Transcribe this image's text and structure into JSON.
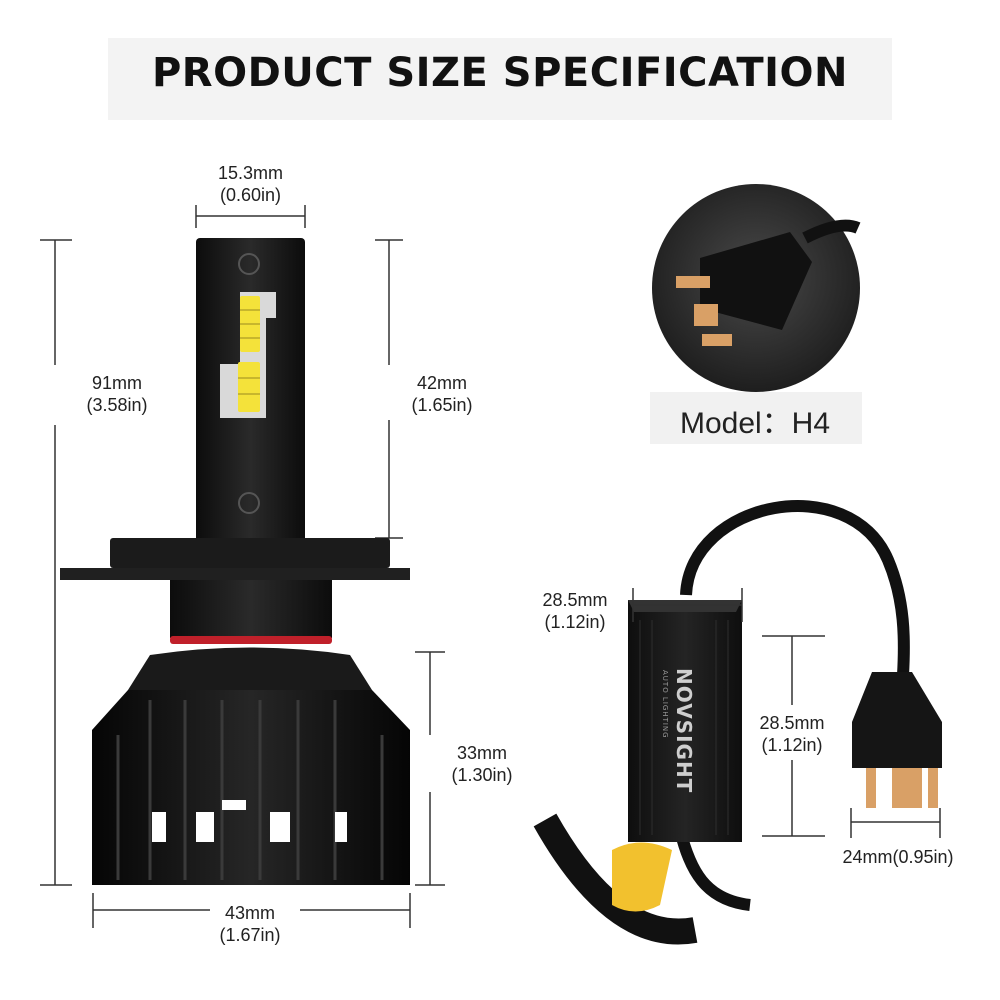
{
  "title": "PRODUCT SIZE SPECIFICATION",
  "model": {
    "label": "Model：H4"
  },
  "brand": {
    "name": "NOVSIGHT",
    "sub": "AUTO LIGHTING"
  },
  "colors": {
    "bulb_body": "#1e1e1e",
    "heatsink": "#141414",
    "accent_ring": "#c0202a",
    "led_chip": "#f4e23a",
    "label_tag": "#f2c12e"
  },
  "bulb": {
    "width_top": {
      "mm": "15.3mm",
      "in": "(0.60in)"
    },
    "total_height": {
      "mm": "91mm",
      "in": "(3.58in)"
    },
    "led_height": {
      "mm": "42mm",
      "in": "(1.65in)"
    },
    "heatsink_height": {
      "mm": "33mm",
      "in": "(1.30in)"
    },
    "base_width": {
      "mm": "43mm",
      "in": "(1.67in)"
    }
  },
  "driver": {
    "width": {
      "mm": "28.5mm",
      "in": "(1.12in)"
    },
    "height": {
      "mm": "28.5mm",
      "in": "(1.12in)"
    },
    "plug_width": {
      "text": "24mm(0.95in)"
    }
  }
}
